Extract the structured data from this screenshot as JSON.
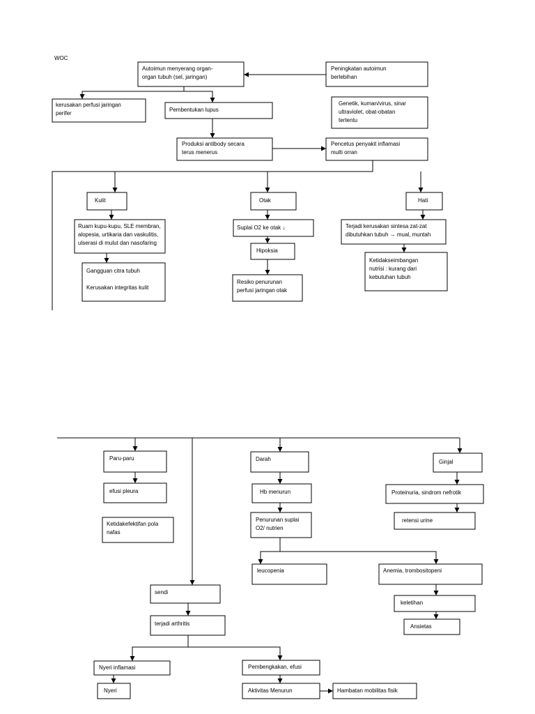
{
  "diagram": {
    "title": "WOC",
    "nodes": {
      "autoimun": "Autoimun menyerang organ-\norgan tubuh (sel, jaringan)",
      "peningkatan": "Peningkatan autoimun\nberlebihan",
      "kerusakan_perfusi": "kerusakan perfusi jaringan\nperifer",
      "pembentukan": "Pembentukan lupus",
      "genetik": "Genetik, kuman/virus, sinar\nultraviolet, obat-obatan\ntertentu",
      "produksi": "Produksi antibody secara\nterus menerus",
      "pencetus": "Pencetus penyakit inflamasi\nmulti orran",
      "kulit": "Kulit",
      "otak": "Otak",
      "hati": "Hati",
      "ruam": "Ruam kupu-kupu, SLE membran,\nalopesia, urtikaria dan vaskulitis,\nulserasi di mulut dan nasofaring",
      "suplai": "Suplai O2 ke otak ↓",
      "terjadi_kerusakan": "Terjadi kerusakan sintesa zat-zat\ndibutuhkan tubuh → mual, muntah",
      "hipoksia": "Hipoksia",
      "ketidakseimbangan": "Ketidakseimbangan\nnutrisi : kurang dari\nkebutuhan tubuh",
      "gangguan": "Gangguan citra tubuh\n\nKerusakan integritas kulit",
      "resiko": "Resiko penurunan\nperfusi jaringan otak",
      "paru": "Paru-paru",
      "darah": "Darah",
      "ginjal": "Ginjal",
      "efusi": "efusi pleura",
      "hb": "Hb menurun",
      "proteinuria": "Proteinuria, sindrom nefrotik",
      "ketidakefektifan": "Ketidakefektifan pola\nnafas",
      "penurunan_suplai": "Penurunan suplai\nO2/ nutrien",
      "retensi": "retensi urine",
      "leucopenia": "leucopenia",
      "anemia": "Anemia, trombositopeni",
      "sendi": "sendi",
      "keletihan": "keletihan",
      "arthritis": "terjadi arthritis",
      "ansietas": "Ansietas",
      "nyeri_inflamasi": "Nyeri inflamasi",
      "pembengkakan": "Pembengkakan, efusi",
      "nyeri": "Nyeri",
      "aktivitas": "Aktivitas Menurun",
      "hambatan": "Hambatan mobilitas fisik"
    }
  }
}
